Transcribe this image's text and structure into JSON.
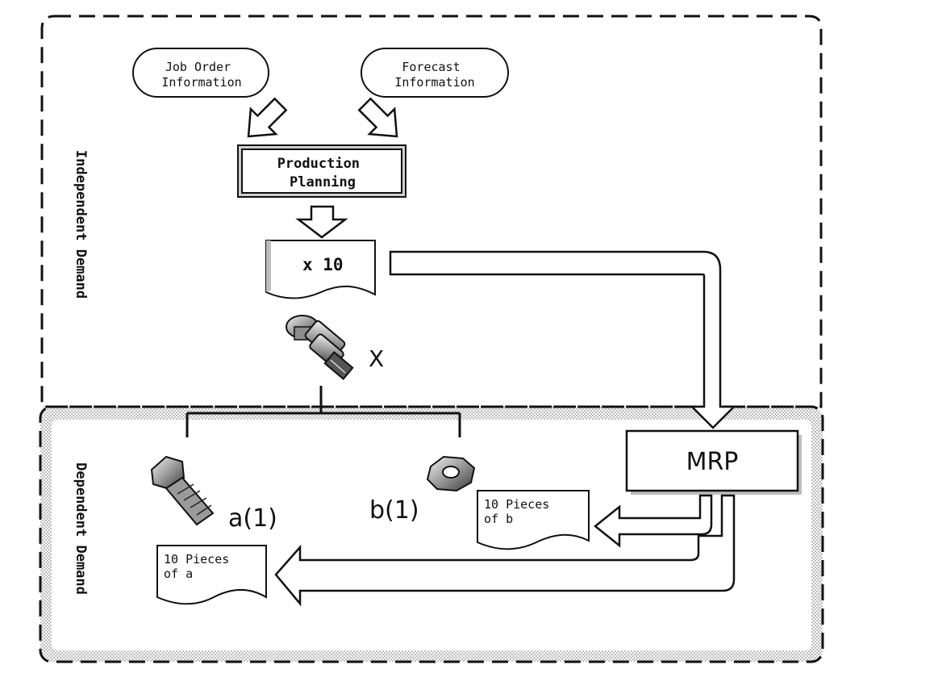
{
  "regions": {
    "independent_label": "Independent Demand",
    "dependent_label": "Dependent Demand"
  },
  "inputs": {
    "job_order": [
      "Job Order",
      "Information"
    ],
    "forecast": [
      "Forecast",
      "Information"
    ]
  },
  "production_planning": [
    "Production",
    "Planning"
  ],
  "plan_document": "x 10",
  "product_label": "X",
  "parts": {
    "a_label": "a(1)",
    "b_label": "b(1)"
  },
  "mrp_label": "MRP",
  "outputs": {
    "pieces_b": [
      "10 Pieces",
      "of b"
    ],
    "pieces_a": [
      "10 Pieces",
      "of a"
    ]
  },
  "colors": {
    "line": "#111111",
    "shade": "#d6d6d6",
    "background": "#ffffff"
  },
  "icons": [
    "bolt-nut-assembly-icon",
    "bolt-icon",
    "hex-nut-icon"
  ]
}
